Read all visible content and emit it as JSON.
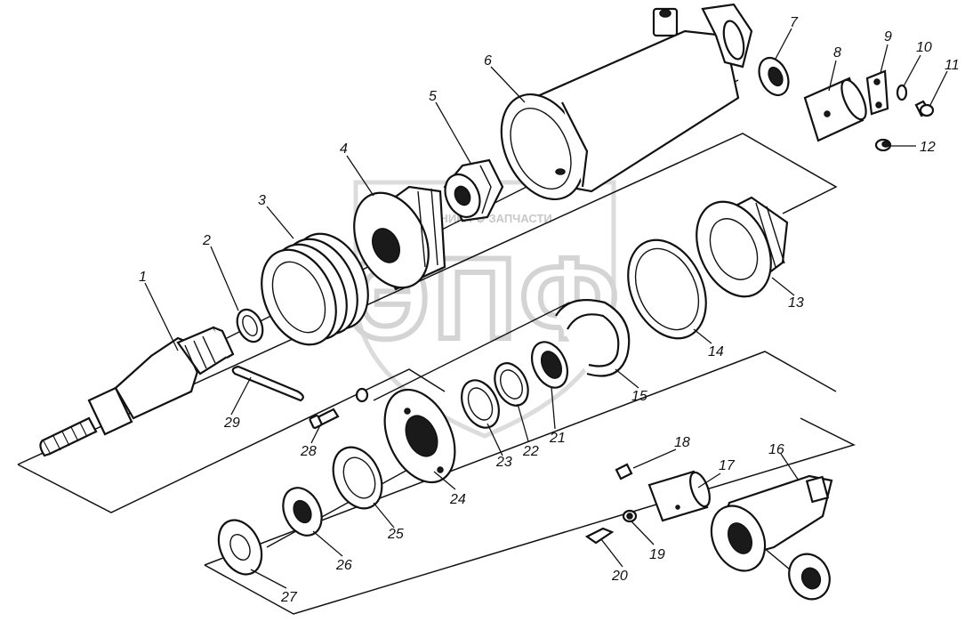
{
  "watermark": {
    "banner": "ТЕХНИКА ⚙ ЗАПЧАСТИ",
    "letters": "ЭПФ"
  },
  "callouts": [
    "1",
    "2",
    "3",
    "4",
    "5",
    "6",
    "7",
    "8",
    "9",
    "10",
    "11",
    "12",
    "13",
    "14",
    "15",
    "16",
    "17",
    "18",
    "19",
    "20",
    "21",
    "22",
    "23",
    "24",
    "25",
    "26",
    "27",
    "28",
    "29"
  ],
  "colors": {
    "ink": "#111111",
    "watermark": "#d4d4d4",
    "background": "#ffffff"
  }
}
